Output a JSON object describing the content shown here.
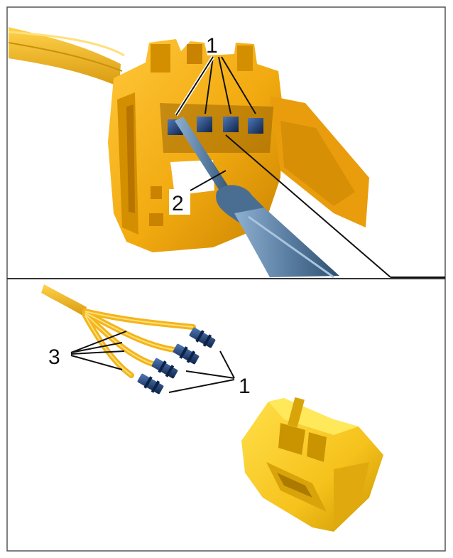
{
  "colors": {
    "connector_body": "#f2aa10",
    "connector_shade": "#c98300",
    "wire": "#f3b51c",
    "wire_shade": "#c8900c",
    "contact": "#1e3f7a",
    "contact_dark": "#0d2247",
    "screwdriver": "#5b7fa3",
    "screwdriver_dark": "#2f4f70",
    "frame": "#555555"
  },
  "top_panel": {
    "callouts": {
      "contacts": "1",
      "screwdriver": "2"
    }
  },
  "bottom_panel": {
    "callouts": {
      "wires": "3",
      "contacts": "1"
    }
  }
}
